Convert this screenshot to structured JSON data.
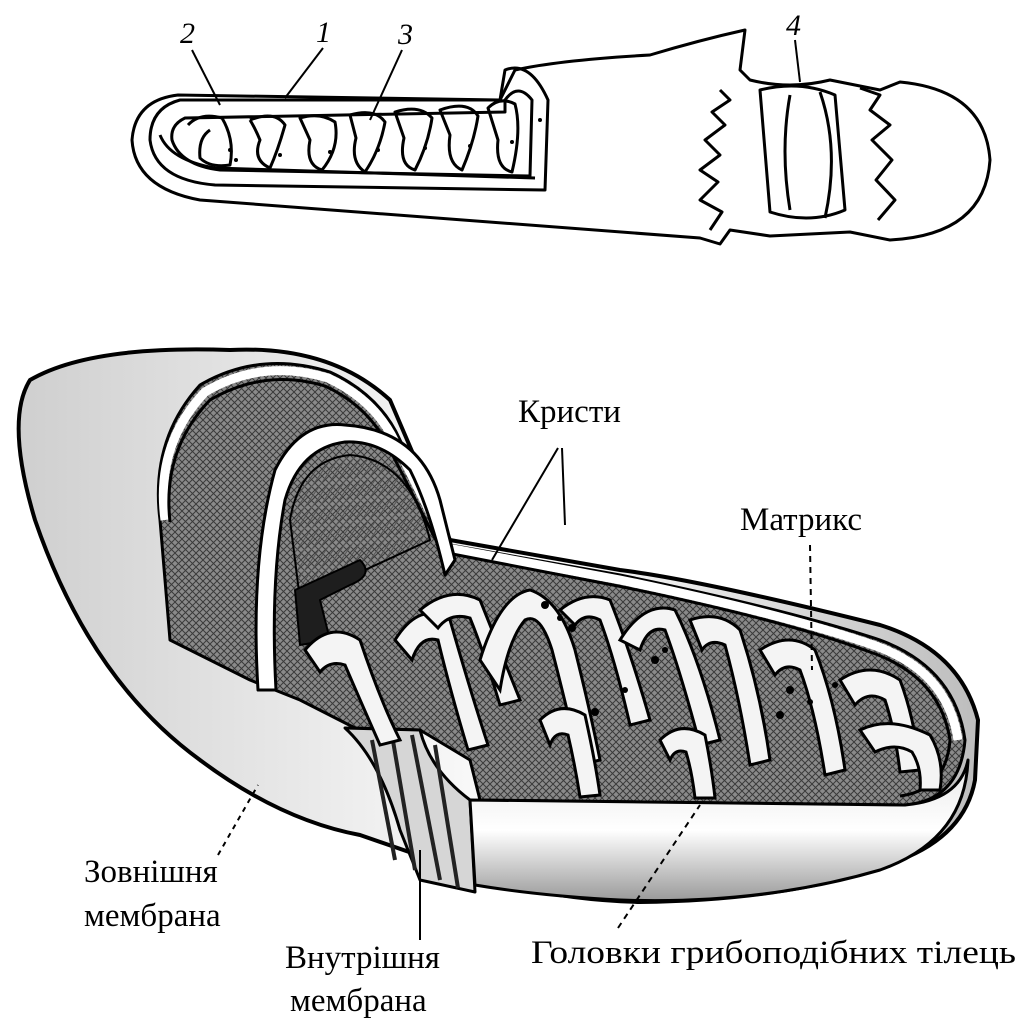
{
  "top_diagram": {
    "numbers": [
      "1",
      "2",
      "3",
      "4"
    ]
  },
  "bottom_diagram": {
    "labels": {
      "cristae": "Кристи",
      "matrix": "Матрикс",
      "outer_membrane_line1": "Зовнішня",
      "outer_membrane_line2": "мембрана",
      "inner_membrane_line1": "Внутрішня",
      "inner_membrane_line2": "мембрана",
      "heads": "Головки грибоподібних тілець"
    }
  },
  "colors": {
    "ink": "#000000",
    "paper": "#ffffff",
    "shade": "#6a6a6a"
  }
}
